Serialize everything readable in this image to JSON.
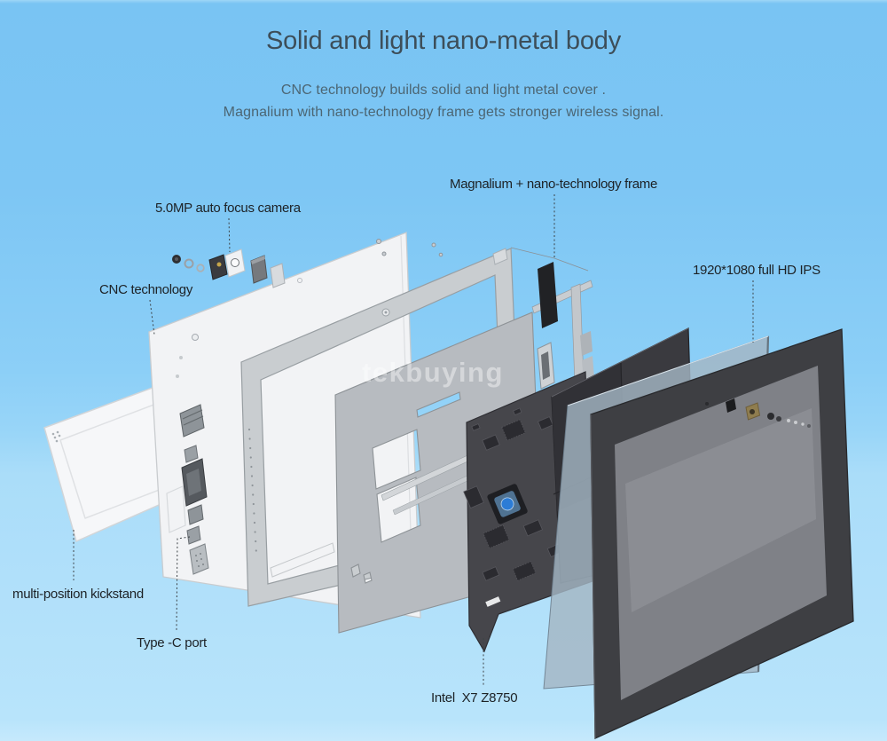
{
  "header": {
    "title": "Solid and light nano-metal body",
    "subtitle_line1": "CNC technology builds solid and light metal cover .",
    "subtitle_line2": "Magnalium with nano-technology frame gets stronger wireless signal."
  },
  "callouts": {
    "frame": {
      "label": "Magnalium + nano-technology frame"
    },
    "camera": {
      "label": "5.0MP auto focus camera"
    },
    "cnc": {
      "label": "CNC technology"
    },
    "display": {
      "label": "1920*1080 full HD IPS"
    },
    "kickstand": {
      "label": "multi-position kickstand"
    },
    "type_c": {
      "label": "Type -C port"
    },
    "cpu": {
      "label": "Intel  X7 Z8750"
    }
  },
  "watermark": "tekbuying",
  "diagram": {
    "type": "exploded-view",
    "subject": "tablet internal layer stack",
    "parts": [
      "multi-position kickstand",
      "back cover",
      "magnalium frame",
      "metal shield plate",
      "antenna bar",
      "side rails",
      "motherboard",
      "Intel CPU",
      "battery",
      "touch glass panel",
      "front display",
      "camera module parts",
      "Type-C port connectors"
    ]
  },
  "colors": {
    "background_top": "#79c4f3",
    "background_bottom": "#b8e4fb",
    "title_text": "#3d4e59",
    "subtitle_text": "#4c6674",
    "label_text": "#1d2226",
    "leader_line": "#3c4246",
    "panel_white": "#f2f3f5",
    "pcb_dark": "#46464b",
    "intel_logo_blue": "#2c7cd6"
  }
}
